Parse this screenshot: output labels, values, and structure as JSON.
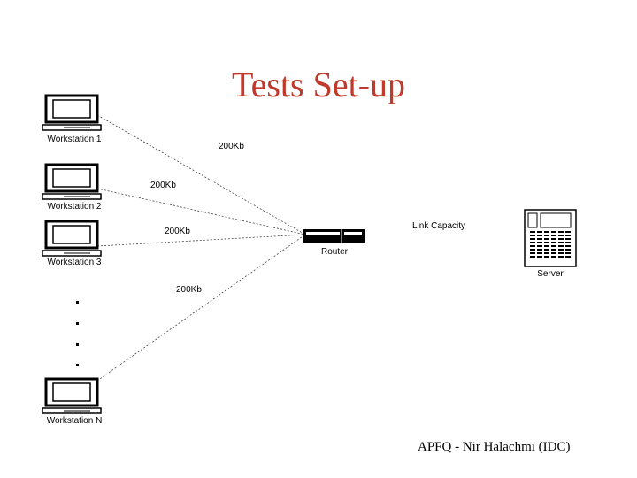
{
  "slide": {
    "title": "Tests Set-up",
    "footer": "APFQ - Nir Halachmi (IDC)"
  },
  "diagram": {
    "workstations": [
      {
        "label": "Workstation 1",
        "link": "200Kb"
      },
      {
        "label": "Workstation 2",
        "link": "200Kb"
      },
      {
        "label": "Workstation 3",
        "link": "200Kb"
      },
      {
        "label": "Workstation N",
        "link": "200Kb"
      }
    ],
    "router": {
      "label": "Router"
    },
    "server": {
      "label": "Server"
    },
    "server_link_label": "Link Capacity",
    "ellipsis": "...."
  }
}
